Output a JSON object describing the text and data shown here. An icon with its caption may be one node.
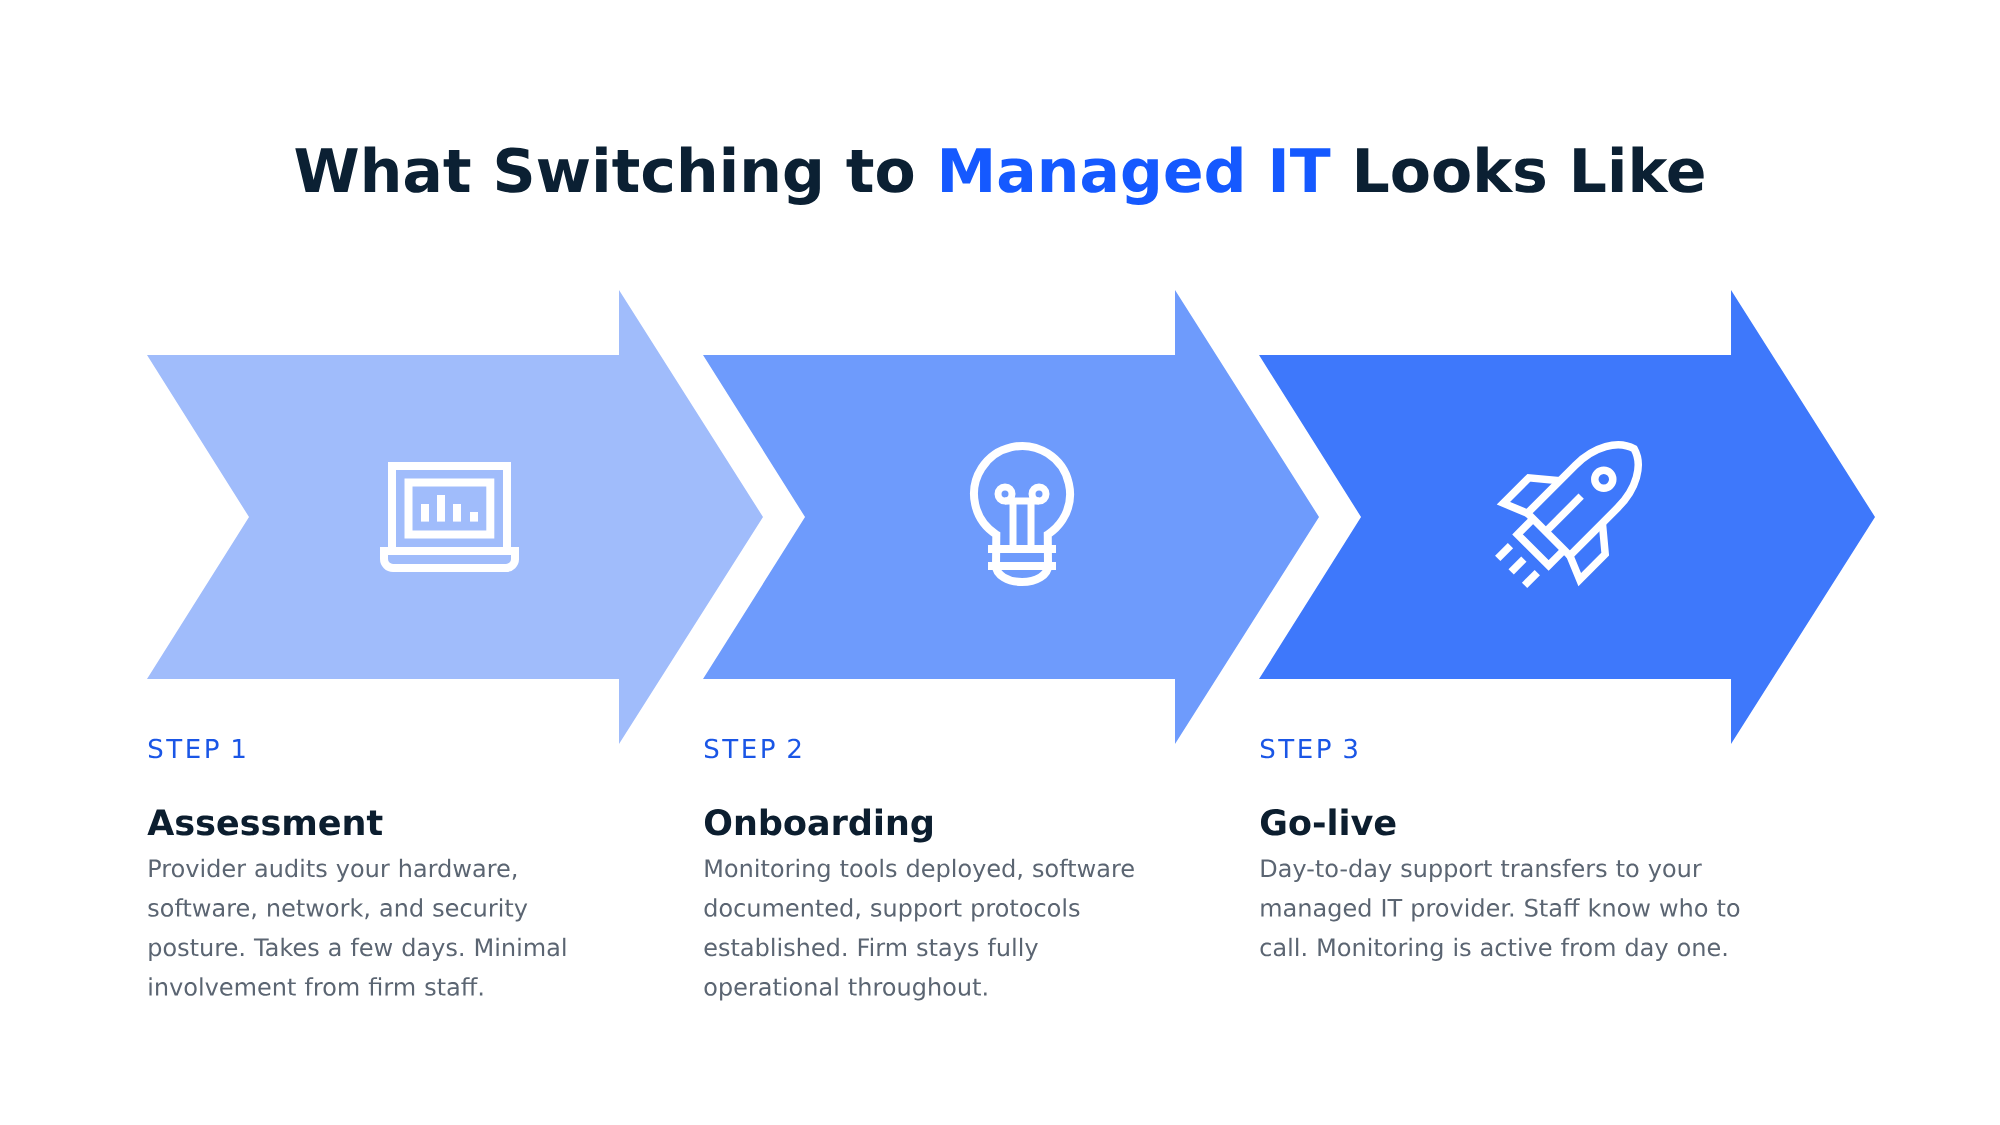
{
  "diagram": {
    "title": "What Switching to **Managed IT** Looks Like",
    "nodes": [
      {
        "text": [
          "STEP 1",
          "Assessment",
          "Provider audits your hardware, software, network, and security posture. Takes a few days. Minimal involvement from firm staff."
        ]
      },
      {
        "text": [
          "STEP 2",
          "Onboarding",
          "Monitoring tools deployed, software documented, support protocols established. Firm stays fully operational throughout."
        ]
      },
      {
        "text": [
          "STEP 3",
          "Go-live",
          "Day-to-day support transfers to your managed IT provider. Staff know who to call. Monitoring is active from day one."
        ]
      }
    ]
  }
}
